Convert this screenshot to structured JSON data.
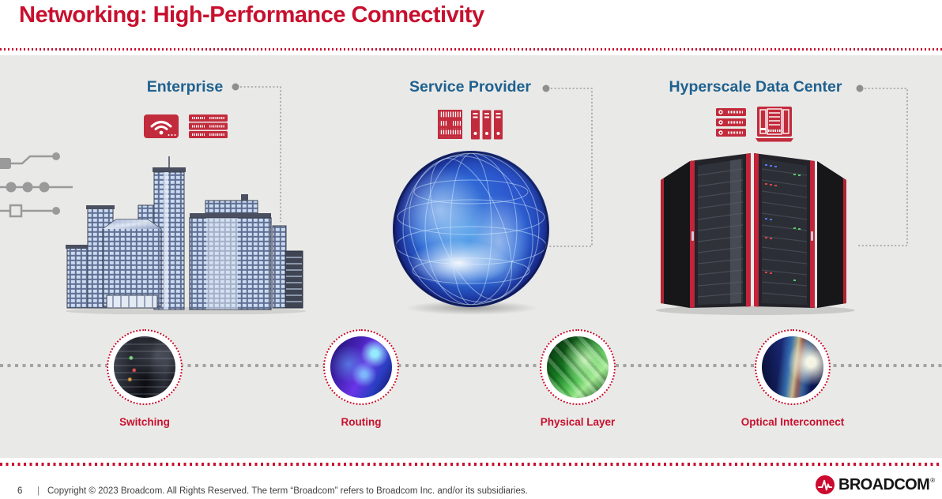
{
  "slide": {
    "title": "Networking: High-Performance Connectivity",
    "page_number": "6",
    "footer_divider": "|",
    "footer": "Copyright © 2023 Broadcom.  All Rights Reserved. The term “Broadcom” refers to Broadcom Inc. and/or its subsidiaries.",
    "logo_text": "BROADCOM",
    "logo_reg": "®"
  },
  "colors": {
    "brand_red": "#C8102E",
    "icon_red": "#C22B3C",
    "heading_blue": "#1F618F",
    "panel_gray": "#E9E9E7",
    "dotted_gray": "#A3A3A3",
    "footer_text": "#3F3F3F",
    "logo_black": "#151515"
  },
  "columns": [
    {
      "label": "Enterprise",
      "icons": [
        "wireless-access-point-icon",
        "stacked-switch-icon"
      ],
      "image": "city-buildings"
    },
    {
      "label": "Service Provider",
      "icons": [
        "router-chassis-icon",
        "rack-towers-icon"
      ],
      "image": "digital-globe"
    },
    {
      "label": "Hyperscale Data Center",
      "icons": [
        "server-stack-icon",
        "server-cabinet-icon"
      ],
      "image": "server-racks"
    }
  ],
  "products": [
    {
      "label": "Switching"
    },
    {
      "label": "Routing"
    },
    {
      "label": "Physical Layer"
    },
    {
      "label": "Optical Interconnect"
    }
  ]
}
